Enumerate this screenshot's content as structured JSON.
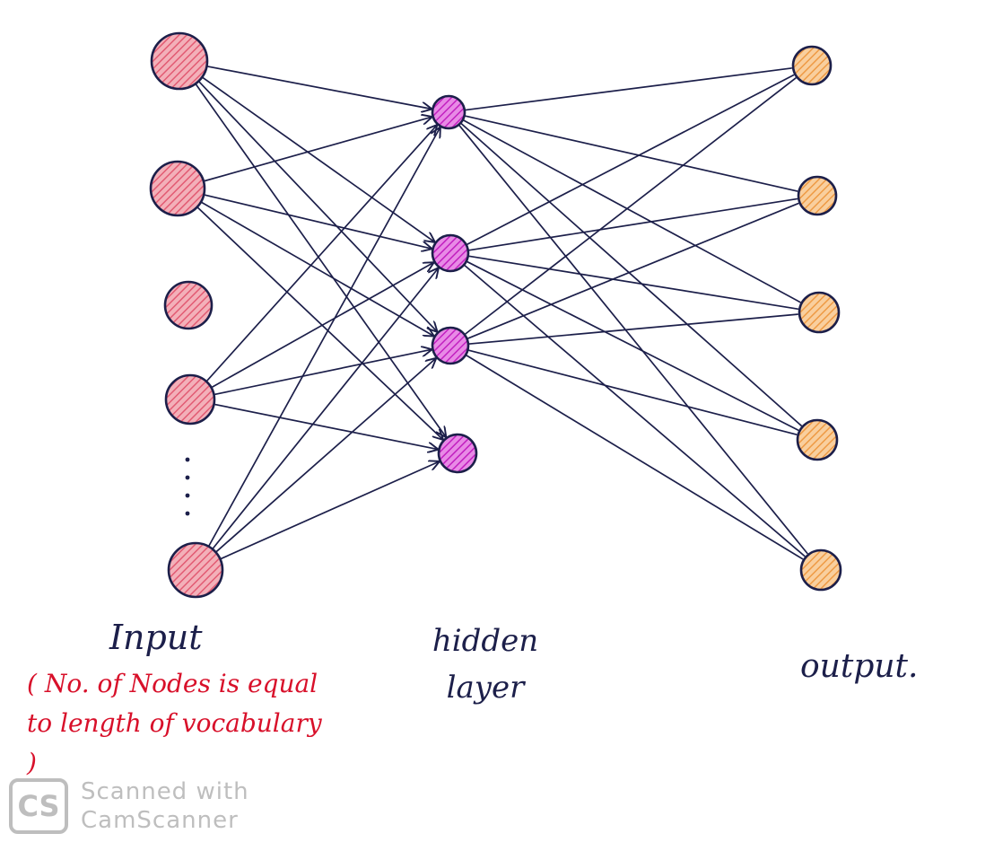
{
  "labels": {
    "input": "Input",
    "input_note": "( No. of Nodes is equal to length of vocabulary )",
    "hidden": "hidden layer",
    "output": "output."
  },
  "watermark": {
    "logo": "CS",
    "line1": "Scanned with",
    "line2": "CamScanner"
  },
  "layers": {
    "input": {
      "node_count_drawn": 5,
      "ellipsis": true,
      "color": "#e8788a"
    },
    "hidden": {
      "node_count_drawn": 4,
      "color": "#cc33cc"
    },
    "output": {
      "node_count_drawn": 5,
      "color": "#f2a55a"
    }
  },
  "colors": {
    "ink": "#1c1f4a",
    "note": "#d8102a",
    "node_outline": "#1c1f4a"
  }
}
